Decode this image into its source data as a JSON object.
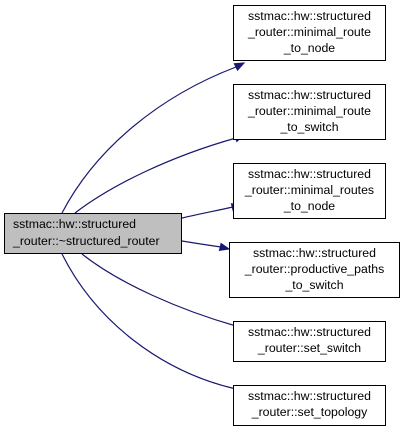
{
  "graph": {
    "root": {
      "lines": [
        "sstmac::hw::structured",
        "_router::~structured_router"
      ]
    },
    "callees": [
      {
        "lines": [
          "sstmac::hw::structured",
          "_router::minimal_route",
          "_to_node"
        ]
      },
      {
        "lines": [
          "sstmac::hw::structured",
          "_router::minimal_route",
          "_to_switch"
        ]
      },
      {
        "lines": [
          "sstmac::hw::structured",
          "_router::minimal_routes",
          "_to_node"
        ]
      },
      {
        "lines": [
          "sstmac::hw::structured",
          "_router::productive_paths",
          "_to_switch"
        ]
      },
      {
        "lines": [
          "sstmac::hw::structured",
          "_router::set_switch"
        ]
      },
      {
        "lines": [
          "sstmac::hw::structured",
          "_router::set_topology"
        ]
      }
    ],
    "colors": {
      "edge": "#191970",
      "root_fill": "#bfbfbf",
      "node_fill": "#ffffff",
      "border": "#000000"
    }
  }
}
